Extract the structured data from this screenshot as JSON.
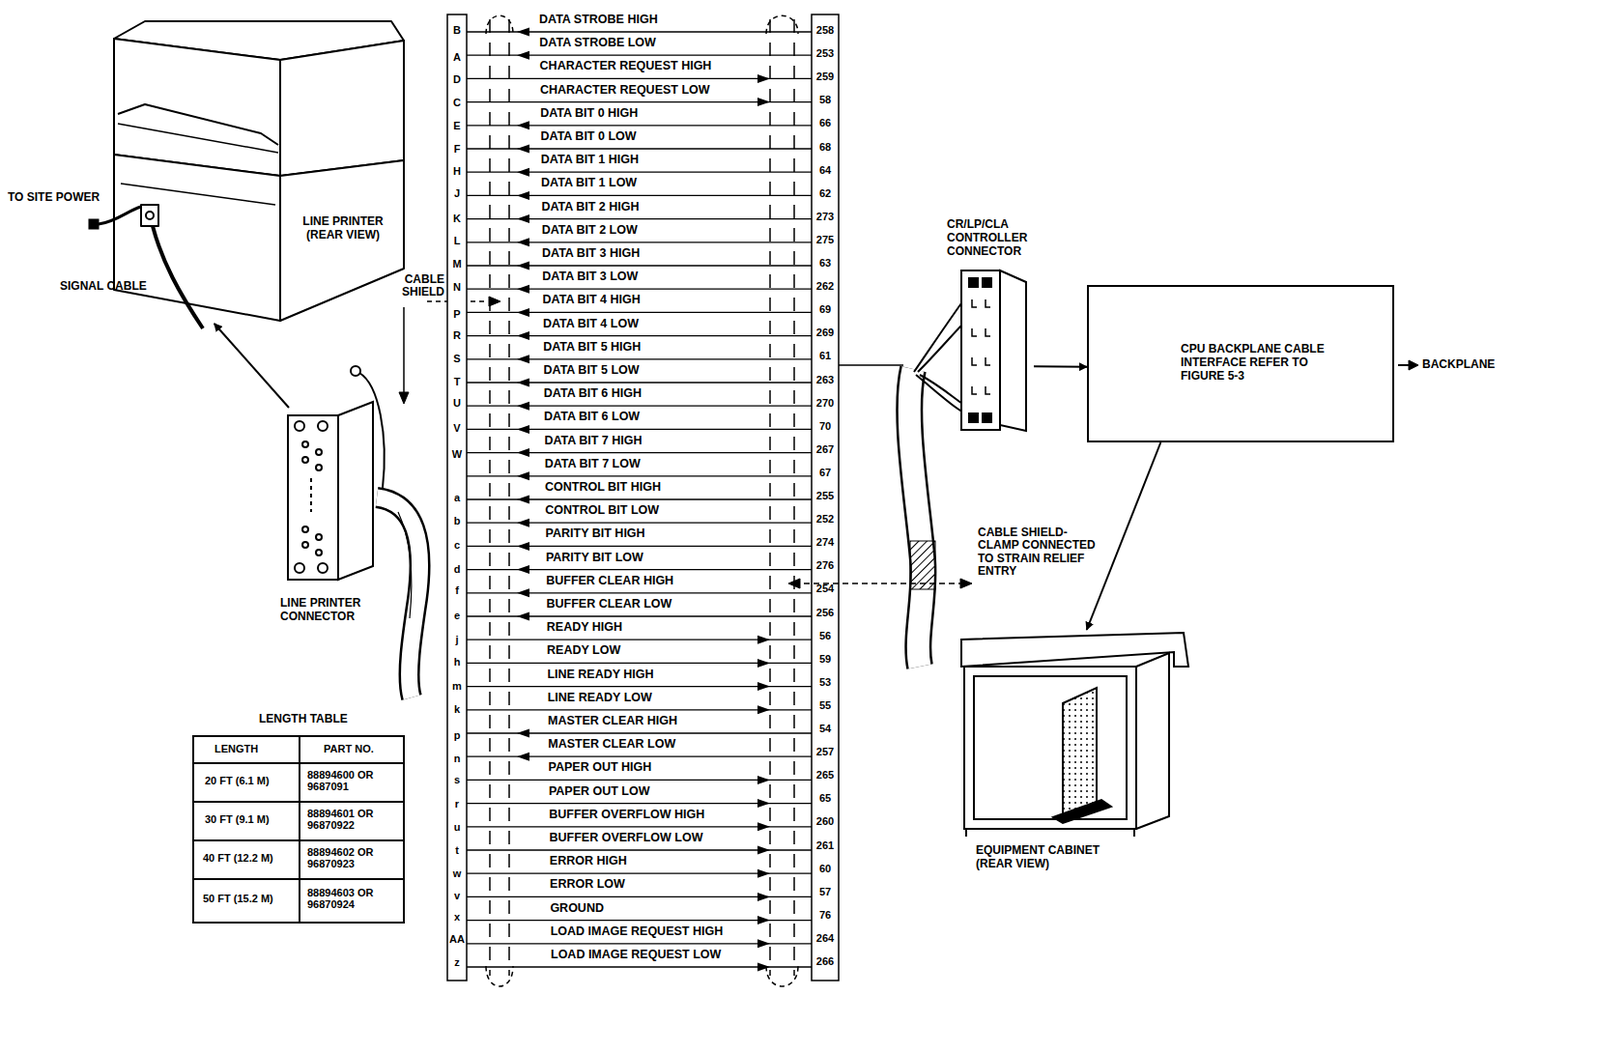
{
  "diagram": {
    "nodes": [
      {
        "text": [
          "LINE PRINTER (REAR VIEW)"
        ]
      },
      {
        "text": [
          "LINE PRINTER CONNECTOR"
        ]
      },
      {
        "text": [
          "CR/LP/CLA CONTROLLER CONNECTOR"
        ]
      },
      {
        "text": [
          "CPU BACKPLANE CABLE INTERFACE REFER TO FIGURE 5-3"
        ]
      },
      {
        "text": [
          "EQUIPMENT CABINET (REAR VIEW)"
        ]
      }
    ],
    "edges": [
      {
        "from": 1,
        "to": 0,
        "arrow": "to"
      },
      {
        "from": 2,
        "to": 3,
        "arrow": "to"
      },
      {
        "from": 3,
        "to": 4,
        "arrow": "to"
      }
    ],
    "labels": [
      "TO SITE POWER",
      "SIGNAL CABLE",
      "CABLE SHIELD",
      "CABLE SHIELD- CLAMP CONNECTED TO STRAIN RELIEF ENTRY",
      "BACKPLANE",
      "DATA STROBE HIGH",
      "DATA STROBE LOW",
      "CHARACTER REQUEST HIGH",
      "CHARACTER REQUEST LOW",
      "DATA BIT 0 HIGH",
      "DATA BIT 0 LOW",
      "DATA BIT 1 HIGH",
      "DATA BIT 1 LOW",
      "DATA BIT 2 HIGH",
      "DATA BIT 2 LOW",
      "DATA BIT 3 HIGH",
      "DATA BIT 3 LOW",
      "DATA BIT 4 HIGH",
      "DATA BIT 4 LOW",
      "DATA BIT 5 HIGH",
      "DATA BIT 5 LOW",
      "DATA BIT 6 HIGH",
      "DATA BIT 6 LOW",
      "DATA BIT 7 HIGH",
      "DATA BIT 7 LOW",
      "CONTROL BIT HIGH",
      "CONTROL BIT LOW",
      "PARITY BIT HIGH",
      "PARITY BIT LOW",
      "BUFFER CLEAR HIGH",
      "BUFFER CLEAR LOW",
      "READY HIGH",
      "READY LOW",
      "LINE READY HIGH",
      "LINE READY LOW",
      "MASTER CLEAR HIGH",
      "MASTER CLEAR LOW",
      "PAPER OUT HIGH",
      "PAPER OUT LOW",
      "BUFFER OVERFLOW HIGH",
      "BUFFER OVERFLOW LOW",
      "ERROR HIGH",
      "ERROR LOW",
      "GROUND",
      "LOAD IMAGE REQUEST HIGH",
      "LOAD IMAGE REQUEST LOW",
      "B",
      "A",
      "D",
      "C",
      "E",
      "F",
      "H",
      "J",
      "K",
      "L",
      "M",
      "N",
      "P",
      "R",
      "S",
      "T",
      "U",
      "V",
      "W",
      "a",
      "b",
      "c",
      "d",
      "f",
      "e",
      "j",
      "h",
      "m",
      "k",
      "p",
      "n",
      "s",
      "r",
      "u",
      "t",
      "w",
      "v",
      "x",
      "AA",
      "z",
      "258",
      "253",
      "259",
      "58",
      "66",
      "68",
      "64",
      "62",
      "273",
      "275",
      "63",
      "262",
      "69",
      "269",
      "61",
      "263",
      "270",
      "70",
      "267",
      "67",
      "255",
      "252",
      "274",
      "276",
      "254",
      "256",
      "56",
      "59",
      "53",
      "55",
      "54",
      "257",
      "265",
      "65",
      "260",
      "261",
      "60",
      "57",
      "76",
      "264",
      "266",
      "LENGTH TABLE",
      "LENGTH",
      "PART NO.",
      "20 FT (6.1 M)",
      "88894600 OR 9687091",
      "30 FT (9.1 M)",
      "88894601 OR 96870922",
      "40 FT (12.2 M)",
      "88894602 OR 96870923",
      "50 FT (15.2 M)",
      "88894603 OR 96870924"
    ]
  }
}
